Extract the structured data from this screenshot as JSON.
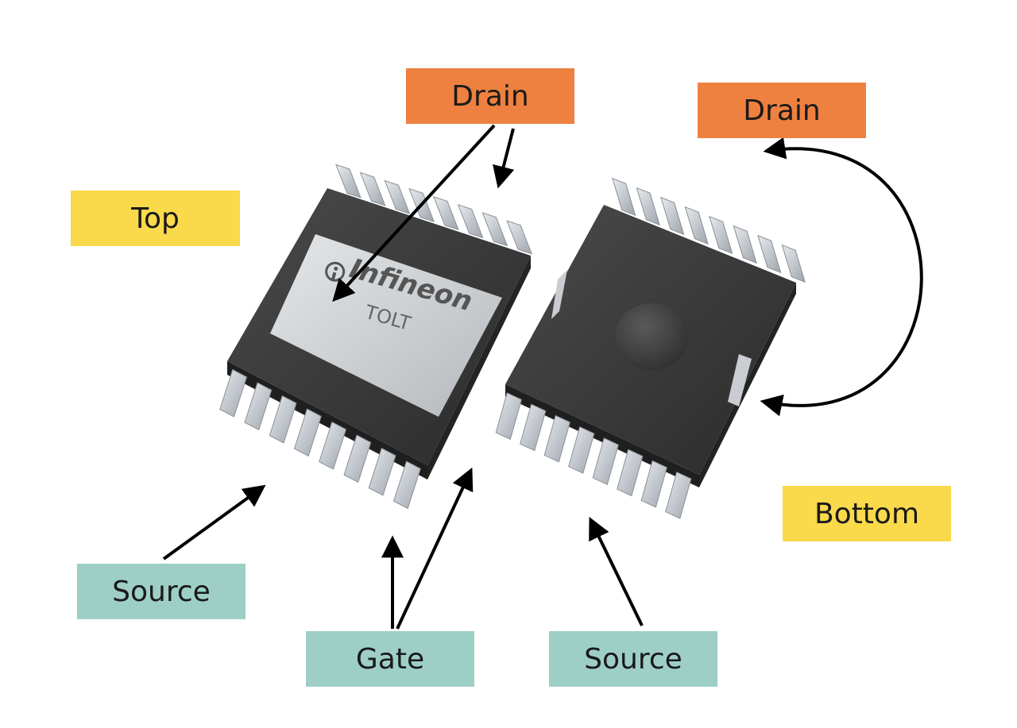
{
  "labels": {
    "drain_top": "Drain",
    "drain_bottom": "Drain",
    "top": "Top",
    "bottom": "Bottom",
    "source_left": "Source",
    "source_right": "Source",
    "gate": "Gate"
  },
  "chip_marking": {
    "logo": "Infineon",
    "package": "TOLT"
  },
  "colors": {
    "drain": "#ee8040",
    "top_bottom": "#fad94b",
    "source_gate": "#9ecfc6",
    "chip_body": "#333333",
    "lead": "#c9cdd2",
    "arrow": "#000000"
  },
  "icons": {
    "logo": "infineon-logo-icon",
    "leads": "lead-pin-icon",
    "arrows": "arrow-icon"
  }
}
